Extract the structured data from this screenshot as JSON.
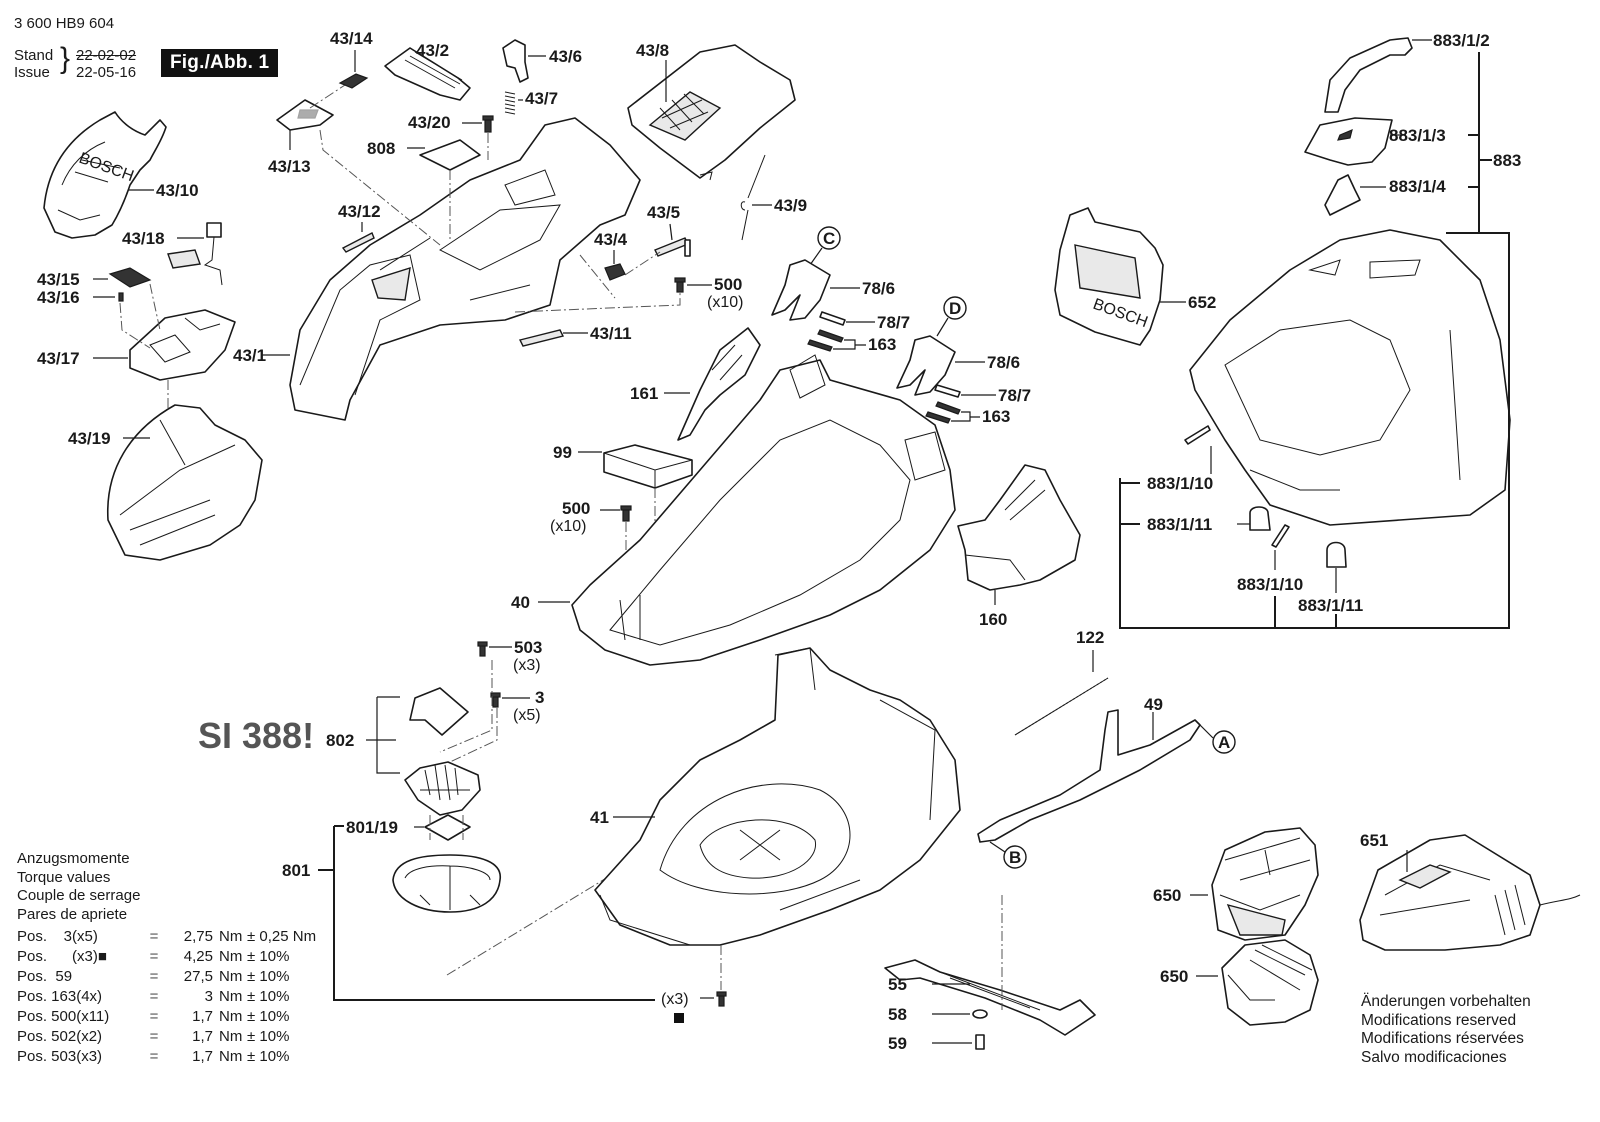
{
  "header": {
    "document_number": "3 600 HB9 604",
    "stand_label": "Stand",
    "issue_label": "Issue",
    "old_date": "22-02-02",
    "new_date": "22-05-16",
    "figure_label": "Fig./Abb. 1"
  },
  "service_note": "SI 388!",
  "parts": {
    "p43_14": "43/14",
    "p43_2": "43/2",
    "p43_6": "43/6",
    "p43_7": "43/7",
    "p43_8": "43/8",
    "p43_20": "43/20",
    "p808": "808",
    "p43_13": "43/13",
    "p43_10": "43/10",
    "p43_18": "43/18",
    "p43_15": "43/15",
    "p43_16": "43/16",
    "p43_17": "43/17",
    "p43_19": "43/19",
    "p43_12": "43/12",
    "p43_1": "43/1",
    "p43_5": "43/5",
    "p43_4": "43/4",
    "p43_9": "43/9",
    "p500a": "500",
    "p500a_qty": "(x10)",
    "p43_11": "43/11",
    "p78_6a": "78/6",
    "p78_7a": "78/7",
    "p163a": "163",
    "p78_6b": "78/6",
    "p78_7b": "78/7",
    "p163b": "163",
    "p161": "161",
    "p99": "99",
    "p500b": "500",
    "p500b_qty": "(x10)",
    "p40": "40",
    "p160": "160",
    "p652": "652",
    "p883_1_2": "883/1/2",
    "p883_1_3": "883/1/3",
    "p883": "883",
    "p883_1_4": "883/1/4",
    "p883_1_10a": "883/1/10",
    "p883_1_11a": "883/1/11",
    "p883_1_10b": "883/1/10",
    "p883_1_11b": "883/1/11",
    "p503": "503",
    "p503_qty": "(x3)",
    "p3": "3",
    "p3_qty": "(x5)",
    "p802": "802",
    "p801_19": "801/19",
    "p801": "801",
    "p41": "41",
    "px3": "(x3)",
    "p122": "122",
    "p49": "49",
    "p55": "55",
    "p58": "58",
    "p59": "59",
    "p650a": "650",
    "p650b": "650",
    "p651": "651"
  },
  "reference_markers": {
    "A": "A",
    "B": "B",
    "C": "C",
    "D": "D"
  },
  "torque": {
    "titles": [
      "Anzugsmomente",
      "Torque values",
      "Couple de serrage",
      "Pares de apriete"
    ],
    "rows": [
      {
        "pos": "Pos.    3(x5)",
        "eq": "=",
        "value": "2,75",
        "unit": "Nm",
        "tol": "± 0,25 Nm"
      },
      {
        "pos": "Pos.      (x3)■",
        "eq": "=",
        "value": "4,25",
        "unit": "Nm",
        "tol": "± 10%"
      },
      {
        "pos": "Pos.  59",
        "eq": "=",
        "value": "27,5",
        "unit": "Nm",
        "tol": "± 10%"
      },
      {
        "pos": "Pos. 163(4x)",
        "eq": "=",
        "value": "3",
        "unit": "Nm",
        "tol": "± 10%"
      },
      {
        "pos": "Pos. 500(x11)",
        "eq": "=",
        "value": "1,7",
        "unit": "Nm",
        "tol": "± 10%"
      },
      {
        "pos": "Pos. 502(x2)",
        "eq": "=",
        "value": "1,7",
        "unit": "Nm",
        "tol": "± 10%"
      },
      {
        "pos": "Pos. 503(x3)",
        "eq": "=",
        "value": "1,7",
        "unit": "Nm",
        "tol": "± 10%"
      }
    ]
  },
  "notice": [
    "Änderungen vorbehalten",
    "Modifications reserved",
    "Modifications réservées",
    "Salvo modificaciones"
  ]
}
